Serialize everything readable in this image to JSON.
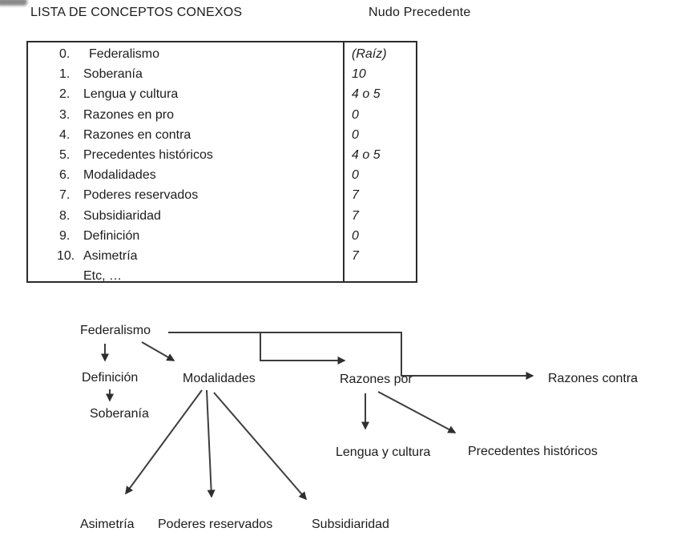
{
  "header": {
    "left_title": "LISTA DE CONCEPTOS CONEXOS",
    "right_title": "Nudo Precedente"
  },
  "table": {
    "rows": [
      {
        "num": "0.",
        "concept": "Federalismo",
        "precedent": "(Raíz)"
      },
      {
        "num": "1.",
        "concept": "Soberanía",
        "precedent": "10"
      },
      {
        "num": "2.",
        "concept": "Lengua y cultura",
        "precedent": "4 o 5"
      },
      {
        "num": "3.",
        "concept": "Razones en pro",
        "precedent": "0"
      },
      {
        "num": "4.",
        "concept": "Razones en contra",
        "precedent": "0"
      },
      {
        "num": "5.",
        "concept": "Precedentes históricos",
        "precedent": "4 o 5"
      },
      {
        "num": "6.",
        "concept": "Modalidades",
        "precedent": "0"
      },
      {
        "num": "7.",
        "concept": "Poderes reservados",
        "precedent": "7"
      },
      {
        "num": "8.",
        "concept": "Subsidiaridad",
        "precedent": "7"
      },
      {
        "num": "9.",
        "concept": "Definición",
        "precedent": "0"
      },
      {
        "num": "10.",
        "concept": "Asimetría",
        "precedent": "7"
      },
      {
        "num": "",
        "concept": "Etc, …",
        "precedent": ""
      }
    ]
  },
  "diagram": {
    "nodes": {
      "federalismo": "Federalismo",
      "definicion": "Definición",
      "modalidades": "Modalidades",
      "razones_por": "Razones por",
      "razones_contra": "Razones contra",
      "soberania": "Soberanía",
      "lengua": "Lengua y cultura",
      "precedentes": "Precedentes históricos",
      "asimetria": "Asimetría",
      "poderes": "Poderes reservados",
      "subsidiaridad": "Subsidiaridad"
    },
    "edges": [
      {
        "from": "federalismo",
        "to": "definicion"
      },
      {
        "from": "federalismo",
        "to": "modalidades"
      },
      {
        "from": "federalismo",
        "to": "razones_por"
      },
      {
        "from": "federalismo",
        "to": "razones_contra"
      },
      {
        "from": "definicion",
        "to": "soberania"
      },
      {
        "from": "modalidades",
        "to": "asimetria"
      },
      {
        "from": "modalidades",
        "to": "poderes"
      },
      {
        "from": "modalidades",
        "to": "subsidiaridad"
      },
      {
        "from": "razones_por",
        "to": "lengua"
      },
      {
        "from": "razones_por",
        "to": "precedentes"
      }
    ]
  },
  "colors": {
    "text": "#1c1c1c",
    "line": "#3d3d3d",
    "table_border": "#2b2b2b",
    "background": "#ffffff"
  }
}
